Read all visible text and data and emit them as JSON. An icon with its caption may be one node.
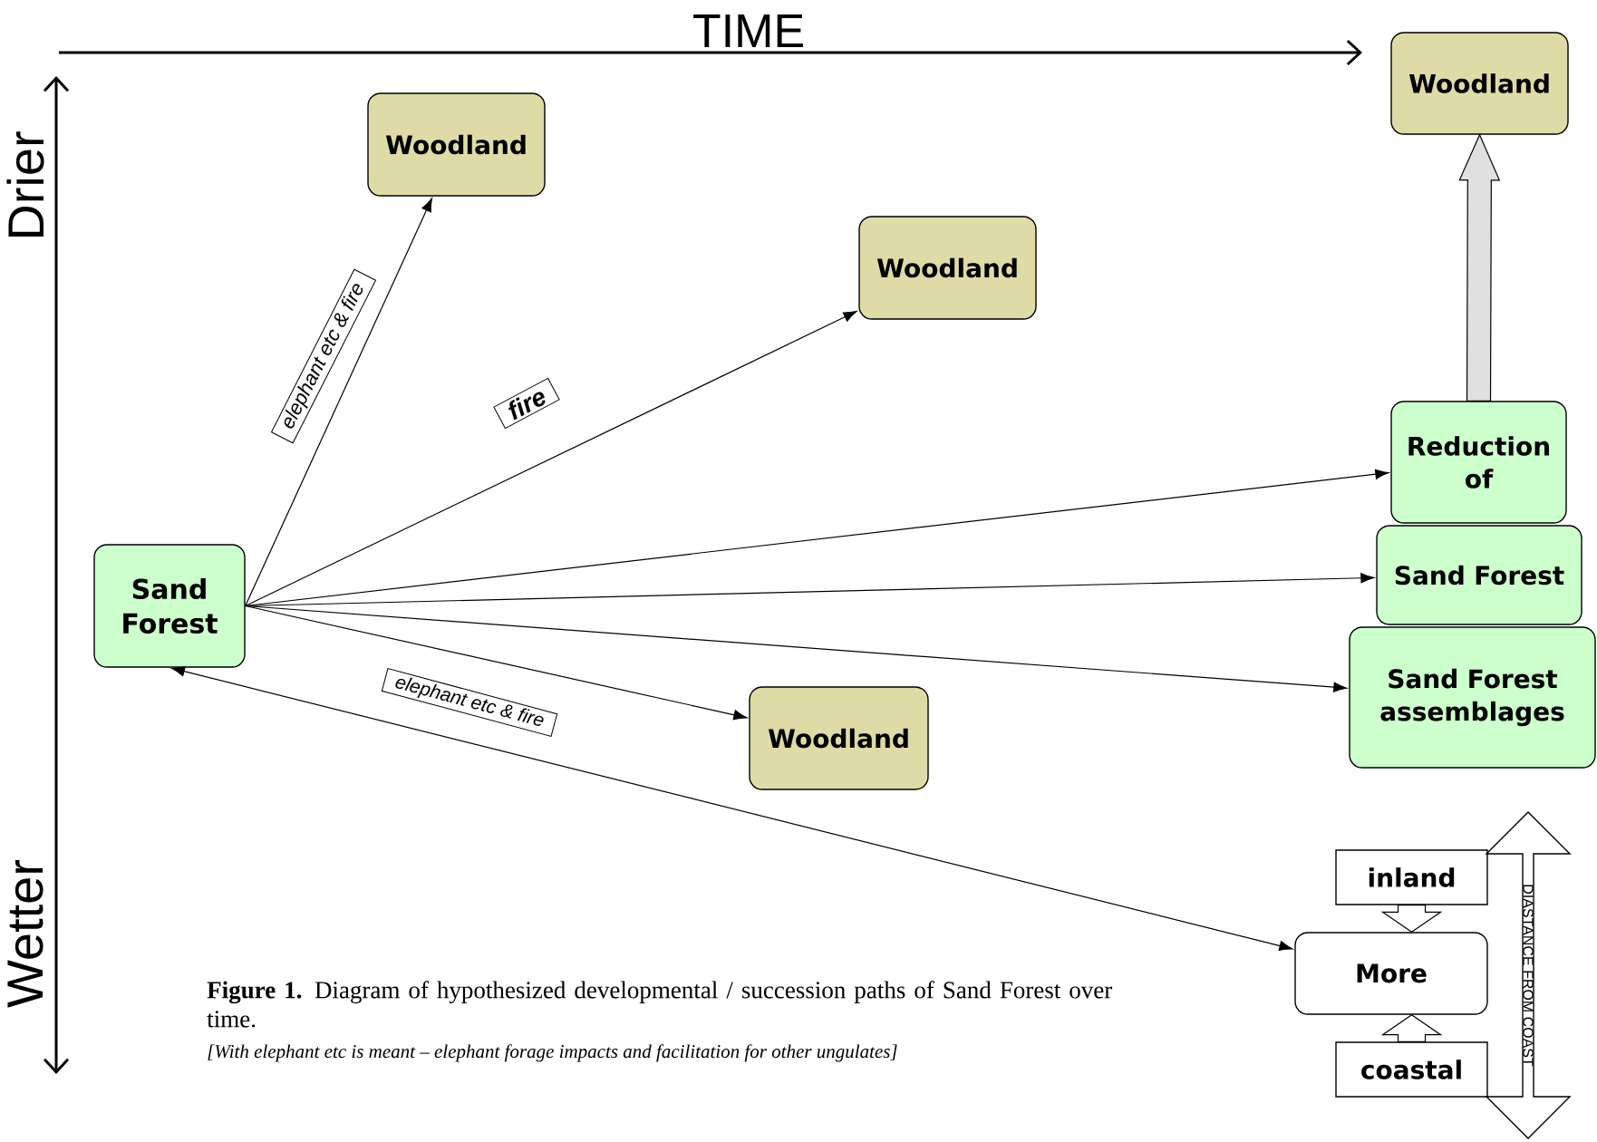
{
  "diagram": {
    "caption": "**Figure 1.** Diagram of hypothesized developmental / succession paths of Sand Forest over time.",
    "nodes": [
      {
        "text": [
          "Sand Forest"
        ]
      },
      {
        "text": [
          "Woodland"
        ]
      },
      {
        "text": [
          "Woodland"
        ]
      },
      {
        "text": [
          "Woodland"
        ]
      },
      {
        "text": [
          "Woodland"
        ]
      },
      {
        "text": [
          "Reduction of"
        ]
      },
      {
        "text": [
          "Sand Forest"
        ]
      },
      {
        "text": [
          "Sand Forest assemblages"
        ]
      },
      {
        "text": [
          "inland"
        ]
      },
      {
        "text": [
          "More"
        ]
      },
      {
        "text": [
          "coastal"
        ]
      },
      {
        "text": [
          "DIASTANCE FROM COAST"
        ]
      }
    ],
    "edges": [
      {
        "from": 0,
        "to": 1,
        "arrow": "to",
        "label": "elephant etc & fire"
      },
      {
        "from": 0,
        "to": 2,
        "arrow": "to",
        "label": "fire"
      },
      {
        "from": 0,
        "to": 5,
        "arrow": "to"
      },
      {
        "from": 0,
        "to": 6,
        "arrow": "to"
      },
      {
        "from": 0,
        "to": 7,
        "arrow": "to"
      },
      {
        "from": 0,
        "to": 3,
        "arrow": "to",
        "label": "elephant etc & fire"
      },
      {
        "from": 0,
        "to": 9,
        "arrow": "both"
      },
      {
        "from": 5,
        "to": 4,
        "arrow": "to",
        "style": "thick",
        "color": "#e0e0e0"
      },
      {
        "from": 8,
        "to": 9,
        "arrow": "to",
        "style": "thick"
      },
      {
        "from": 10,
        "to": 9,
        "arrow": "to",
        "style": "thick"
      }
    ],
    "labels": [
      "TIME",
      "Drier",
      "Wetter",
      "[With elephant etc is meant – elephant forage impacts and facilitation for other ungulates]"
    ]
  }
}
